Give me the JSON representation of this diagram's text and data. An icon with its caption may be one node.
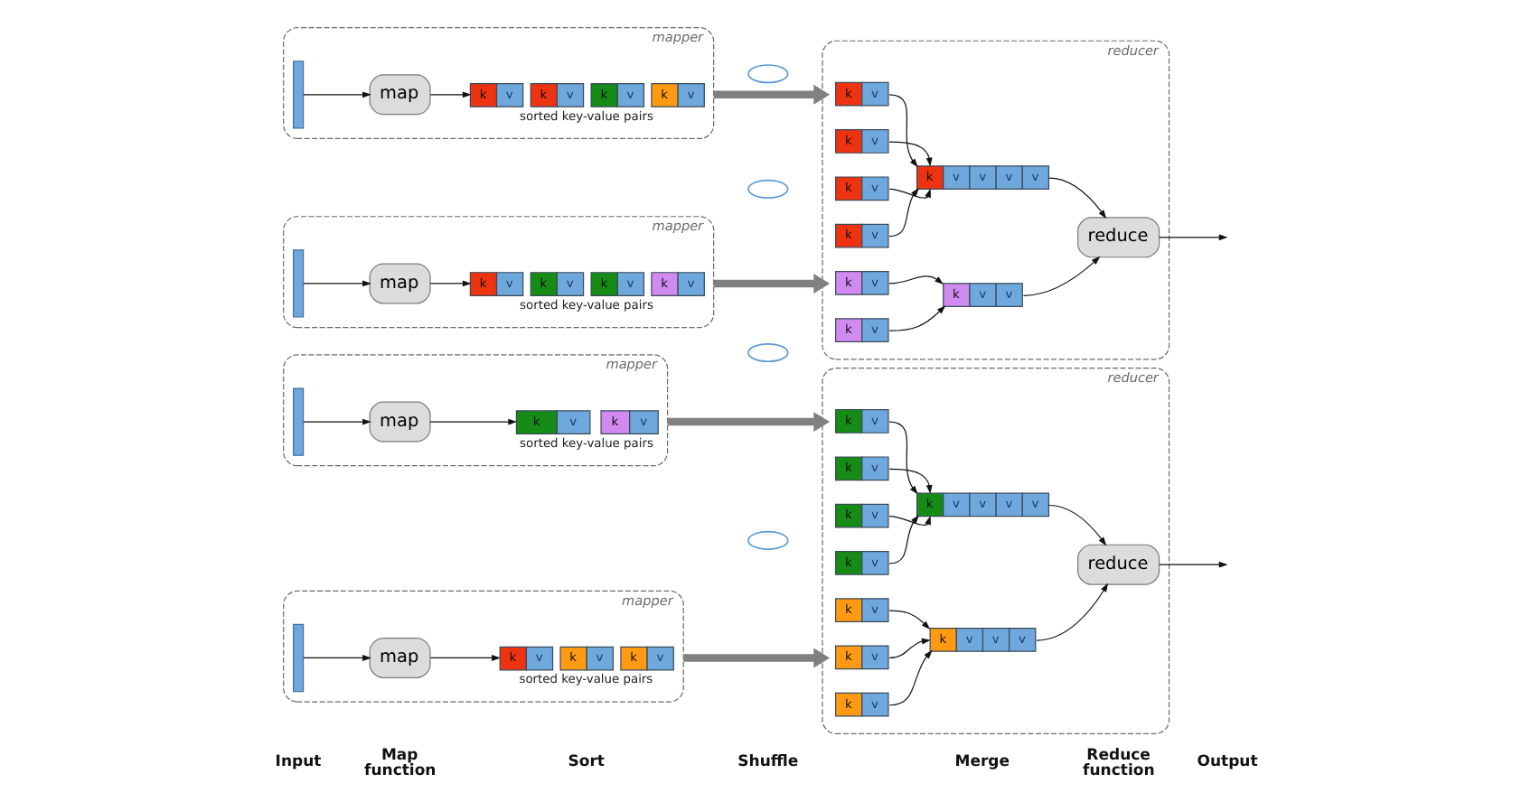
{
  "diagram": {
    "nodes": [
      {
        "text": [
          "mapper"
        ]
      },
      {
        "text": [],
        "shape": "bar",
        "in": 0
      },
      {
        "text": [
          "map"
        ],
        "in": 0
      },
      {
        "text": [
          "k",
          "v",
          "k",
          "v",
          "k",
          "v",
          "k",
          "v"
        ],
        "beside": [
          "sorted key-value pairs"
        ],
        "in": 0
      },
      {
        "text": [
          "mapper"
        ]
      },
      {
        "text": [],
        "shape": "bar",
        "in": 4
      },
      {
        "text": [
          "map"
        ],
        "in": 4
      },
      {
        "text": [
          "k",
          "v",
          "k",
          "v",
          "k",
          "v",
          "k",
          "v"
        ],
        "beside": [
          "sorted key-value pairs"
        ],
        "in": 4
      },
      {
        "text": [
          "mapper"
        ]
      },
      {
        "text": [],
        "shape": "bar",
        "in": 8
      },
      {
        "text": [
          "map"
        ],
        "in": 8
      },
      {
        "text": [
          "k",
          "v",
          "k",
          "v"
        ],
        "beside": [
          "sorted key-value pairs"
        ],
        "in": 8
      },
      {
        "text": [
          "mapper"
        ]
      },
      {
        "text": [],
        "shape": "bar",
        "in": 12
      },
      {
        "text": [
          "map"
        ],
        "in": 12
      },
      {
        "text": [
          "k",
          "v",
          "k",
          "v",
          "k",
          "v"
        ],
        "beside": [
          "sorted key-value pairs"
        ],
        "in": 12
      },
      {
        "text": [],
        "shape": "cloud"
      },
      {
        "text": [],
        "shape": "cloud"
      },
      {
        "text": [],
        "shape": "cloud"
      },
      {
        "text": [],
        "shape": "cloud"
      },
      {
        "text": [
          "reducer"
        ]
      },
      {
        "text": [
          "k",
          "v"
        ],
        "in": 20
      },
      {
        "text": [
          "k",
          "v"
        ],
        "in": 20
      },
      {
        "text": [
          "k",
          "v"
        ],
        "in": 20
      },
      {
        "text": [
          "k",
          "v"
        ],
        "in": 20
      },
      {
        "text": [
          "k",
          "v"
        ],
        "in": 20
      },
      {
        "text": [
          "k",
          "v"
        ],
        "in": 20
      },
      {
        "text": [
          "k",
          "v",
          "v",
          "v",
          "v"
        ],
        "in": 20
      },
      {
        "text": [
          "k",
          "v",
          "v"
        ],
        "in": 20
      },
      {
        "text": [
          "reduce"
        ],
        "in": 20
      },
      {
        "text": [
          "reducer"
        ]
      },
      {
        "text": [
          "k",
          "v"
        ],
        "in": 30
      },
      {
        "text": [
          "k",
          "v"
        ],
        "in": 30
      },
      {
        "text": [
          "k",
          "v"
        ],
        "in": 30
      },
      {
        "text": [
          "k",
          "v"
        ],
        "in": 30
      },
      {
        "text": [
          "k",
          "v"
        ],
        "in": 30
      },
      {
        "text": [
          "k",
          "v"
        ],
        "in": 30
      },
      {
        "text": [
          "k",
          "v"
        ],
        "in": 30
      },
      {
        "text": [
          "k",
          "v",
          "v",
          "v",
          "v"
        ],
        "in": 30
      },
      {
        "text": [
          "k",
          "v",
          "v",
          "v"
        ],
        "in": 30
      },
      {
        "text": [
          "reduce"
        ],
        "in": 30
      }
    ],
    "edges": [
      {
        "from": 1,
        "to": 2,
        "arrow": "to"
      },
      {
        "from": 2,
        "to": 3,
        "arrow": "to"
      },
      {
        "from": 5,
        "to": 6,
        "arrow": "to"
      },
      {
        "from": 6,
        "to": 7,
        "arrow": "to"
      },
      {
        "from": 9,
        "to": 10,
        "arrow": "to"
      },
      {
        "from": 10,
        "to": 11,
        "arrow": "to"
      },
      {
        "from": 13,
        "to": 14,
        "arrow": "to"
      },
      {
        "from": 14,
        "to": 15,
        "arrow": "to"
      },
      {
        "from": 0,
        "to": 20,
        "arrow": "to",
        "style": "thick",
        "color": "#808080"
      },
      {
        "from": 4,
        "to": 20,
        "arrow": "to",
        "style": "thick",
        "color": "#808080"
      },
      {
        "from": 8,
        "to": 30,
        "arrow": "to",
        "style": "thick",
        "color": "#808080"
      },
      {
        "from": 12,
        "to": 30,
        "arrow": "to",
        "style": "thick",
        "color": "#808080"
      },
      {
        "from": 21,
        "to": 27,
        "arrow": "to"
      },
      {
        "from": 22,
        "to": 27,
        "arrow": "to"
      },
      {
        "from": 23,
        "to": 27,
        "arrow": "to"
      },
      {
        "from": 24,
        "to": 27,
        "arrow": "to"
      },
      {
        "from": 25,
        "to": 28,
        "arrow": "to"
      },
      {
        "from": 26,
        "to": 28,
        "arrow": "to"
      },
      {
        "from": 27,
        "to": 29,
        "arrow": "to"
      },
      {
        "from": 28,
        "to": 29,
        "arrow": "to"
      },
      {
        "from": 29,
        "to": null,
        "arrow": "to"
      },
      {
        "from": 31,
        "to": 38,
        "arrow": "to"
      },
      {
        "from": 32,
        "to": 38,
        "arrow": "to"
      },
      {
        "from": 33,
        "to": 38,
        "arrow": "to"
      },
      {
        "from": 34,
        "to": 38,
        "arrow": "to"
      },
      {
        "from": 35,
        "to": 39,
        "arrow": "to"
      },
      {
        "from": 36,
        "to": 39,
        "arrow": "to"
      },
      {
        "from": 37,
        "to": 39,
        "arrow": "to"
      },
      {
        "from": 38,
        "to": 40,
        "arrow": "to"
      },
      {
        "from": 39,
        "to": 40,
        "arrow": "to"
      },
      {
        "from": 40,
        "to": null,
        "arrow": "to"
      }
    ],
    "labels": [
      "Input",
      "Map function",
      "Sort",
      "Shuffle",
      "Merge",
      "Reduce function",
      "Output"
    ]
  }
}
